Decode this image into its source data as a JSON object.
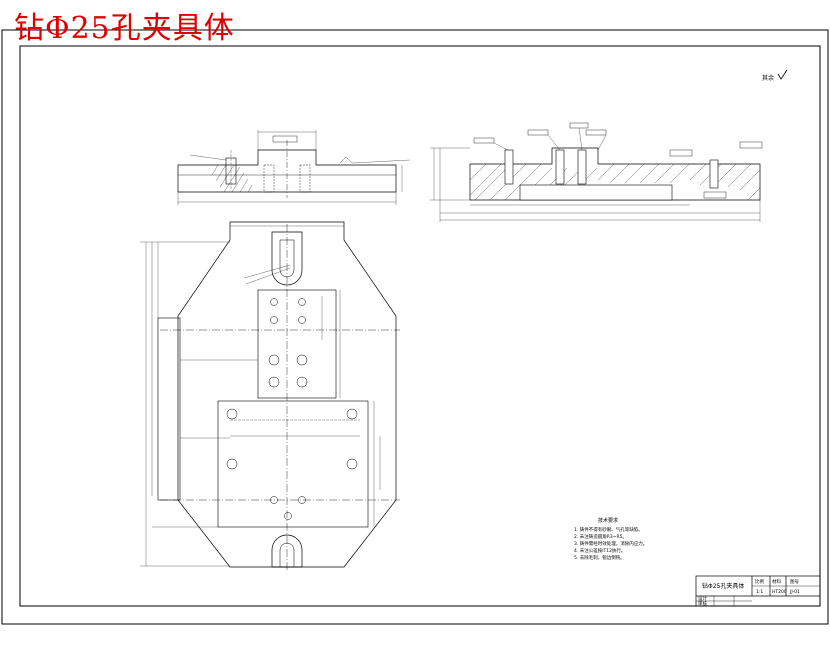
{
  "title": "钻Φ25孔夹具体",
  "roughness_note": "其余",
  "titleblock": {
    "name": "钻Φ25孔夹具体",
    "scale": "1:1",
    "drawing_no": "HT200",
    "sheet": "JJ-01",
    "label_design": "设计",
    "label_check": "审核",
    "label_scale": "比例",
    "label_material": "材料"
  },
  "notes": {
    "heading": "技术要求",
    "items": [
      "1. 铸件不得有砂眼、气孔等缺陷。",
      "2. 未注铸造圆角R3~R5。",
      "3. 铸件需经时效处理，消除内应力。",
      "4. 未注公差按IT12执行。",
      "5. 去除毛刺，锐边倒钝。"
    ]
  },
  "colors": {
    "title": "#e00000",
    "line": "#000000"
  }
}
